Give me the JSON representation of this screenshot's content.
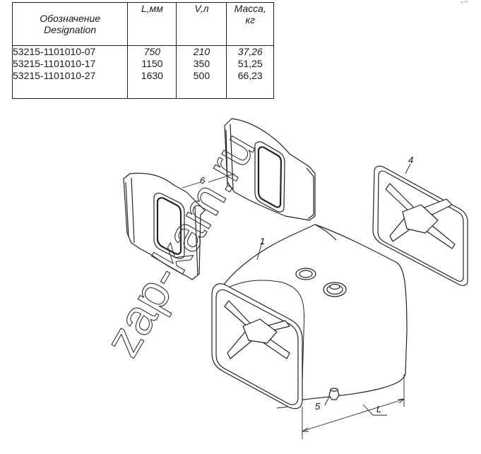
{
  "table": {
    "headers": {
      "designation_ru": "Обозначение",
      "designation_en": "Designation",
      "length": "L,мм",
      "volume": "V,л",
      "mass_line1": "Масса,",
      "mass_line2": "кг"
    },
    "rows": [
      {
        "designation": "53215-1101010-07",
        "length": "750",
        "volume": "210",
        "mass": "37,26"
      },
      {
        "designation": "53215-1101010-17",
        "length": "1150",
        "volume": "350",
        "mass": "51,25"
      },
      {
        "designation": "53215-1101010-27",
        "length": "1630",
        "volume": "500",
        "mass": "66,23"
      }
    ]
  },
  "callouts": {
    "tank": "1",
    "drain_plug": "5",
    "bracket": "6",
    "end_panel": "4",
    "length_dim": "L"
  },
  "watermark": "zap-kam.ru",
  "corner_mark": "ᵒᵖ ⁰⁰⁰"
}
